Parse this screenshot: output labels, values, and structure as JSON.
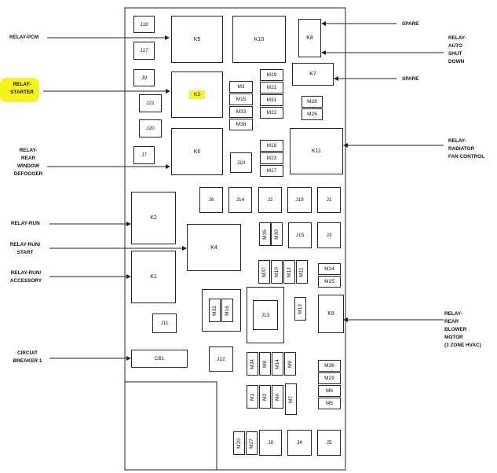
{
  "relays": {
    "K5": "K5",
    "K10": "K10",
    "K8": "K8",
    "K7": "K7",
    "K3": "K3",
    "K6": "K6",
    "K11": "K11",
    "K2": "K2",
    "K4": "K4",
    "K1": "K1",
    "K9": "K9"
  },
  "jacks": {
    "J18": "J18",
    "J17": "J17",
    "J9": "J9",
    "J21": "J21",
    "J20": "J20",
    "J7": "J7",
    "J10": "J10",
    "J6": "J6",
    "J14": "J14",
    "J2": "J2",
    "J19": "J19",
    "J1": "J1",
    "J15": "J15",
    "J3": "J3",
    "J11": "J11",
    "J13": "J13",
    "J22": "J22",
    "J8": "J8",
    "J4": "J4",
    "J5": "J5"
  },
  "mini": {
    "M3": "M3",
    "M15": "M15",
    "M33": "M33",
    "M38": "M38",
    "M19": "M19",
    "M21": "M21",
    "M31": "M31",
    "M22": "M22",
    "M28": "M28",
    "M26": "M26",
    "M18": "M18",
    "M23": "M23",
    "M17": "M17",
    "M35": "M35",
    "M30": "M30",
    "M37": "M37",
    "M10": "M10",
    "M12": "M12",
    "M11": "M11",
    "M24": "M24",
    "M25": "M25",
    "M32": "M32",
    "M16": "M16",
    "M13": "M13",
    "M34": "M34",
    "M8": "M8",
    "M14": "M14",
    "M9": "M9",
    "M36": "M36",
    "M29": "M29",
    "M6": "M6",
    "M5": "M5",
    "M1": "M1",
    "M2": "M2",
    "M4": "M4",
    "M7": "M7",
    "M20": "M20",
    "M27": "M27"
  },
  "breaker": {
    "CB1": "CB1"
  },
  "left_labels": {
    "pcm": "RELAY-PCM",
    "starter_1": "RELAY-",
    "starter_2": "STARTER",
    "rw_1": "RELAY-",
    "rw_2": "REAR",
    "rw_3": "WINDOW",
    "rw_4": "DEFOGGER",
    "run": "RELAY-RUN",
    "runstart_1": "RELAY-RUN/",
    "runstart_2": "START",
    "runacc_1": "RELAY-RUN/",
    "runacc_2": "ACCESSORY",
    "cb_1": "CIRCUIT",
    "cb_2": "BREAKER 1"
  },
  "right_labels": {
    "spare1": "SPARE",
    "asd_1": "RELAY-",
    "asd_2": "AUTO",
    "asd_3": "SHUT",
    "asd_4": "DOWN",
    "spare2": "SPARE",
    "rad_1": "RELAY-",
    "rad_2": "RADIATOR",
    "rad_3": "FAN CONTROL",
    "blow_1": "RELAY-",
    "blow_2": "REAR",
    "blow_3": "BLOWER",
    "blow_4": "MOTOR",
    "blow_5": "(3 ZONE HVAC)"
  },
  "colors": {
    "highlight": "#f4f41c",
    "line": "#222222"
  }
}
